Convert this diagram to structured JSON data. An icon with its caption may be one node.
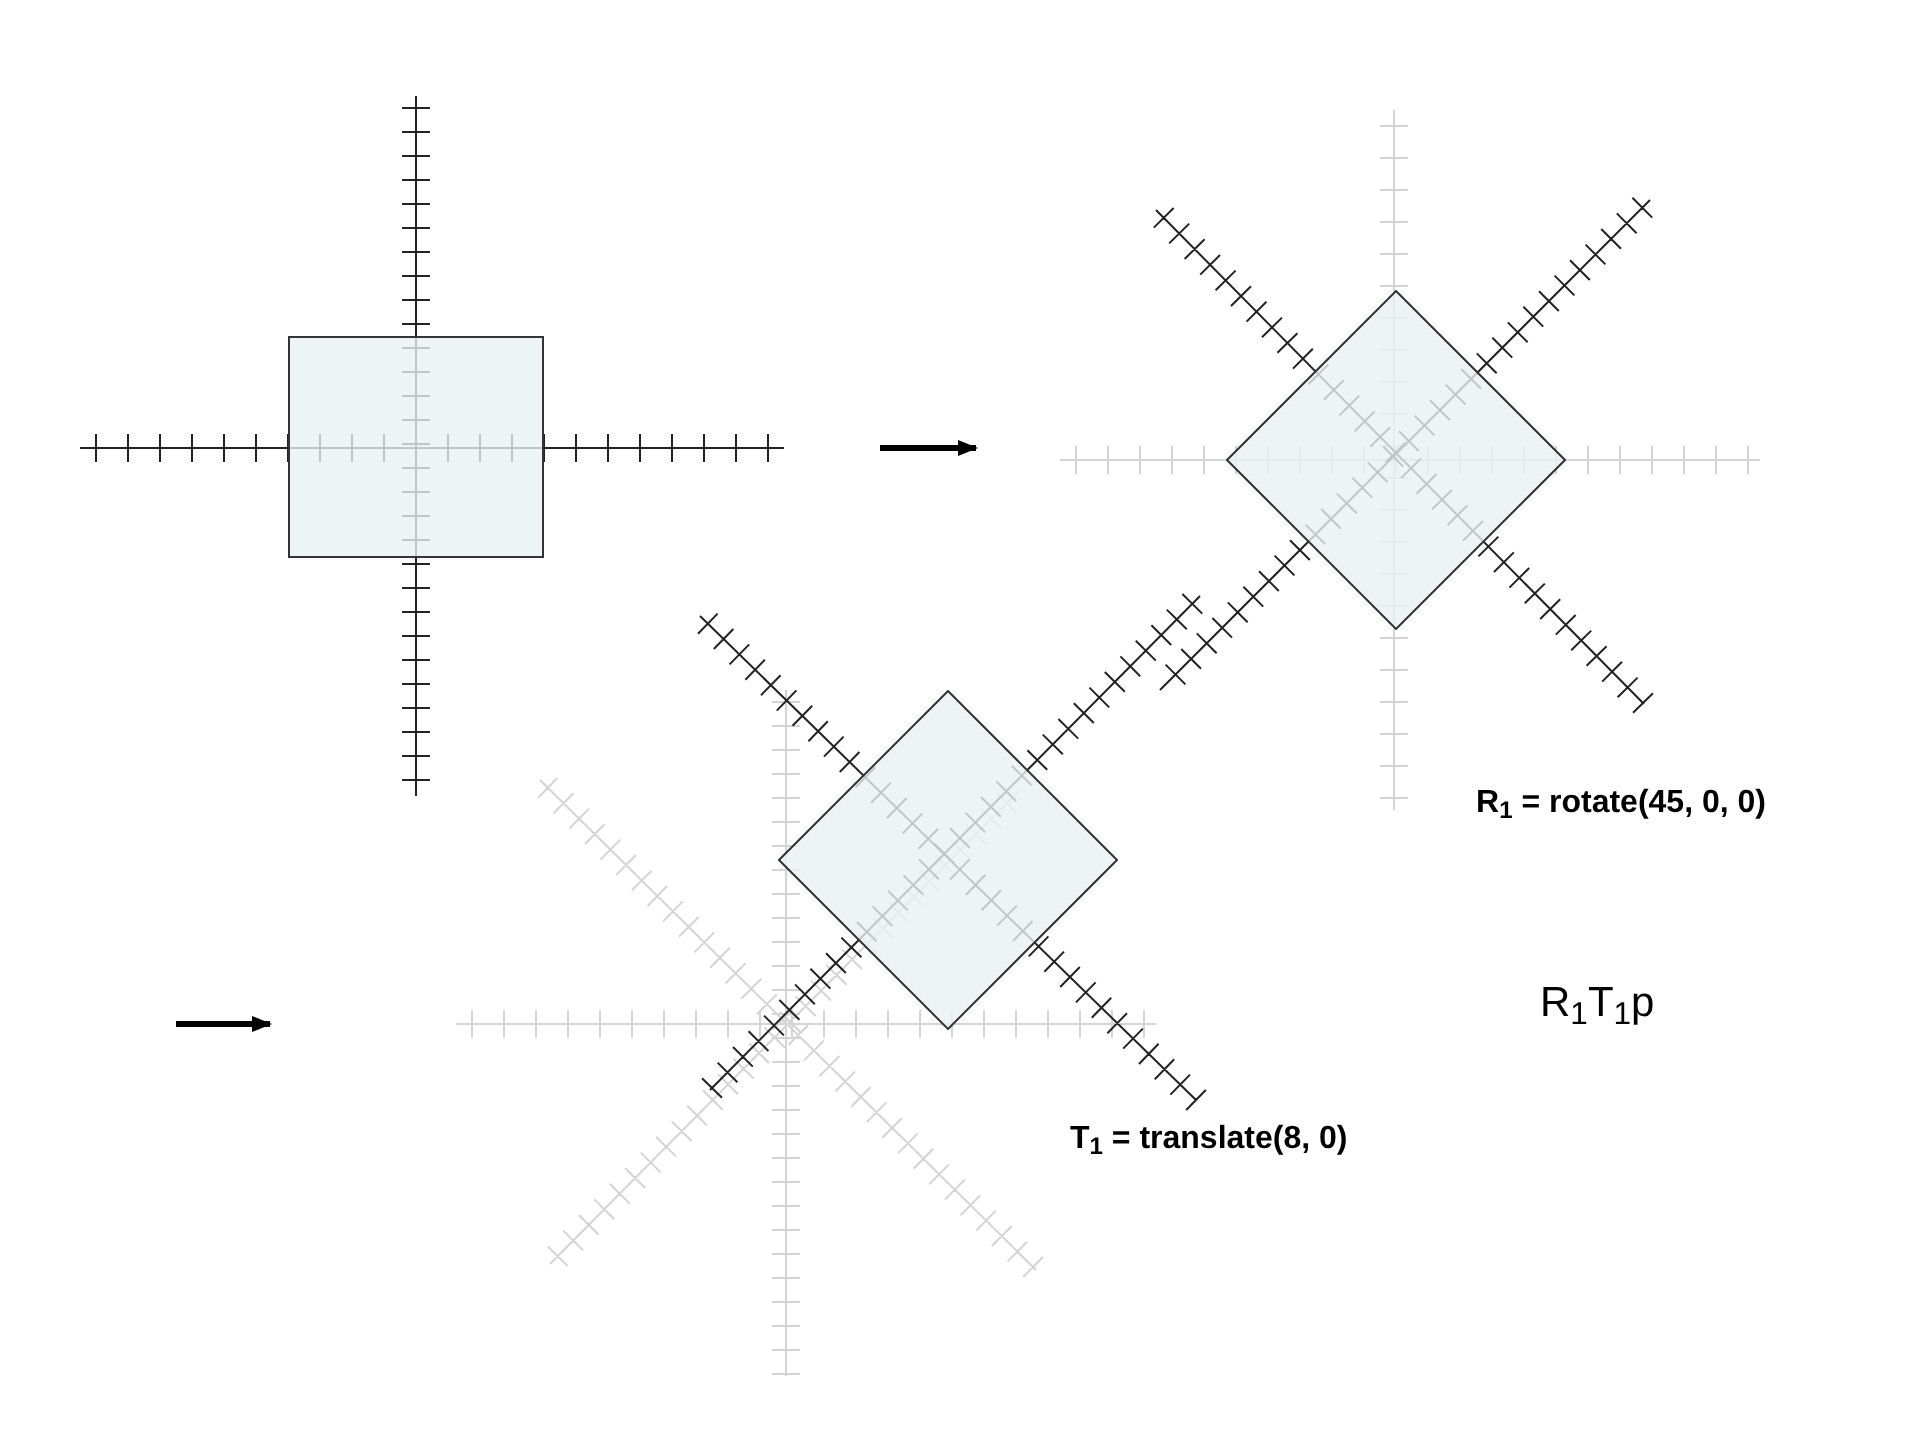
{
  "diagram": {
    "nodes": [
      {
        "text": [],
        "shape": "box"
      },
      {
        "text": [],
        "shape": "diamond"
      },
      {
        "text": [],
        "shape": "diamond"
      }
    ],
    "labels": [
      "R$_{1}$ = rotate(45, 0, 0)",
      "T$_{1}$ = translate(8, 0)",
      "R$_{1}$T$_{1}$p"
    ]
  }
}
